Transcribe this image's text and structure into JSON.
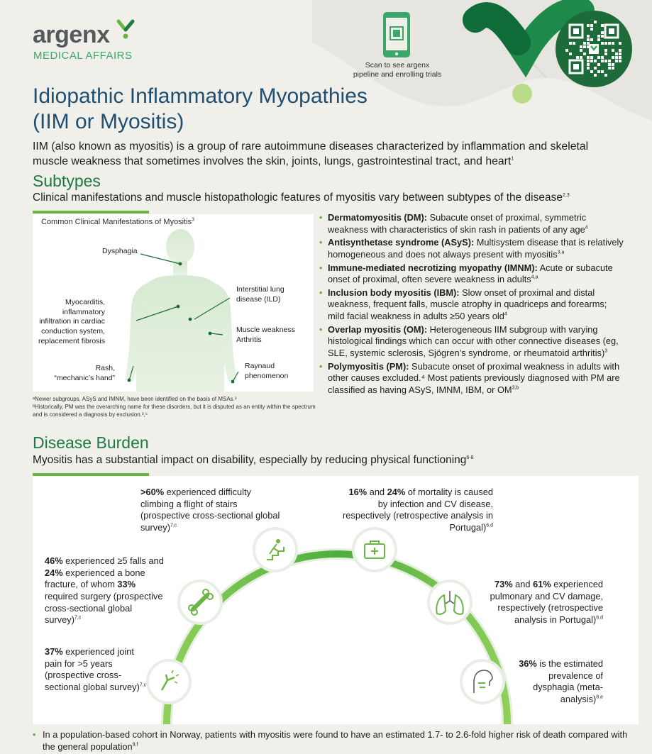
{
  "header": {
    "logo_word": "argenx",
    "logo_sub": "MEDICAL AFFAIRS",
    "scan_text": "Scan to see argenx pipeline and enrolling trials"
  },
  "title": "Idiopathic Inflammatory Myopathies (IIM or Myositis)",
  "intro": {
    "text": "IIM (also known as myositis) is a group of rare autoimmune diseases characterized by inflammation and skeletal muscle weakness that sometimes involves the skin, joints, lungs, gastrointestinal tract, and heart",
    "ref": "1"
  },
  "subtypes": {
    "title": "Subtypes",
    "subtitle": "Clinical manifestations and muscle histopathologic features of myositis vary between subtypes of the disease",
    "subtitle_ref": "2,3",
    "figure": {
      "caption": "Common Clinical Manifestations of Myositis",
      "caption_ref": "3",
      "labels": {
        "dysphagia": "Dysphagia",
        "myocarditis": [
          "Myocarditis,",
          "inflammatory",
          "infiltration in cardiac",
          "conduction system,",
          "replacement fibrosis"
        ],
        "ild": [
          "Interstitial lung",
          "disease (ILD)"
        ],
        "muscle": [
          "Muscle weakness",
          "Arthritis"
        ],
        "rash": [
          "Rash,",
          "“mechanic’s hand”"
        ],
        "raynaud": [
          "Raynaud",
          "phenomenon"
        ]
      }
    },
    "footnotes": [
      "ᵃNewer subgroups, ASyS and IMNM, have been identified on the basis of MSAs.³",
      "ᵇHistorically, PM was the overarching name for these disorders, but it is disputed as an entity within the spectrum and is considered a diagnosis by exclusion.³,⁵"
    ],
    "items": [
      {
        "term": "Dermatomyositis (DM):",
        "text": " Subacute onset of proximal, symmetric weakness with characteristics of skin rash in patients of any age",
        "ref": "4"
      },
      {
        "term": "Antisynthetase syndrome (ASyS):",
        "text": " Multisystem disease that is relatively homogeneous and does not always present with myositis",
        "ref": "3,a"
      },
      {
        "term": "Immune-mediated necrotizing myopathy (IMNM):",
        "text": " Acute or subacute onset of proximal, often severe weakness in adults",
        "ref": "4,a"
      },
      {
        "term": "Inclusion body myositis (IBM):",
        "text": " Slow onset of proximal and distal weakness, frequent falls, muscle atrophy in quadriceps and forearms; mild facial weakness in adults ≥50 years old",
        "ref": "4"
      },
      {
        "term": "Overlap myositis (OM):",
        "text": " Heterogeneous IIM subgroup with varying histological findings which can occur with other connective diseases (eg, SLE, systemic sclerosis, Sjögren’s syndrome, or rheumatoid arthritis)",
        "ref": "3"
      },
      {
        "term": "Polymyositis (PM):",
        "text": " Subacute onset of proximal weakness in adults with other causes excluded.⁴ Most patients previously diagnosed with PM are classified as having ASyS, IMNM, IBM, or OM",
        "ref": "3,b"
      }
    ]
  },
  "burden": {
    "title": "Disease Burden",
    "subtitle": "Myositis has a substantial impact on disability, especially by reducing physical functioning",
    "subtitle_ref": "6-8",
    "stats": {
      "stairs": {
        "b1": ">60%",
        "t1": " experienced difficulty climbing a flight of stairs (prospective cross-sectional global survey)",
        "ref": "7,c"
      },
      "mortality": {
        "b1": "16%",
        "t1": " and ",
        "b2": "24%",
        "t2": " of mortality is caused by infection and CV disease, respectively (retrospective analysis in Portugal)",
        "ref": "6,d"
      },
      "falls": {
        "b1": "46%",
        "t1": " experienced ≥5 falls and ",
        "b2": "24%",
        "t2": " experienced a bone fracture, of whom ",
        "b3": "33%",
        "t3": " required surgery (prospective cross-sectional global survey)",
        "ref": "7,c"
      },
      "pulmonary": {
        "b1": "73%",
        "t1": " and ",
        "b2": "61%",
        "t2": " experienced pulmonary and CV damage, respectively (retrospective analysis in Portugal)",
        "ref": "6,d"
      },
      "joint": {
        "b1": "37%",
        "t1": " experienced joint pain for >5 years (prospective cross-sectional global survey)",
        "ref": "7,c"
      },
      "dysphagia": {
        "b1": "36%",
        "t1": " is the estimated prevalence of dysphagia (meta-analysis)",
        "ref": "8,e"
      }
    },
    "conclusion": {
      "text": "In a population-based cohort in Norway, patients with myositis were found to have an estimated 1.7- to 2.6-fold higher risk of death compared with the general population",
      "ref": "9,f"
    }
  },
  "colors": {
    "green": "#3aa66a",
    "light_green": "#6ab546",
    "title_blue": "#1f4f73",
    "section_green": "#1e7a43"
  }
}
